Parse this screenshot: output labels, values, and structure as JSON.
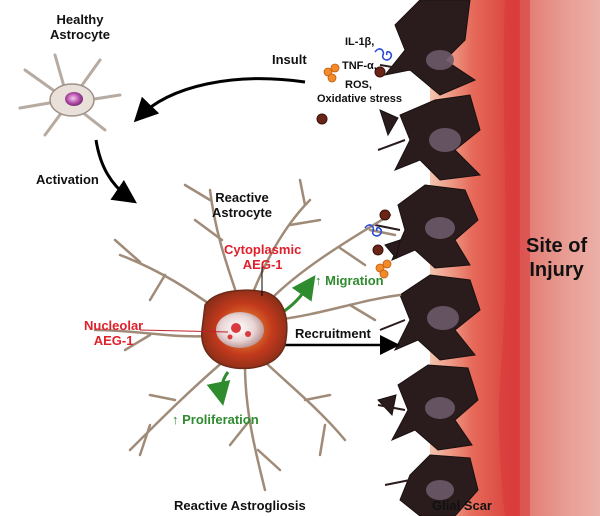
{
  "labels": {
    "healthy_astrocyte": [
      "Healthy",
      "Astrocyte"
    ],
    "insult": "Insult",
    "cytokines": [
      "IL-1β,",
      "TNF-α,",
      "ROS,",
      "Oxidative stress"
    ],
    "activation": "Activation",
    "reactive_astrocyte": [
      "Reactive",
      "Astrocyte"
    ],
    "cytoplasmic_aeg1": [
      "Cytoplasmic",
      "AEG-1"
    ],
    "nucleolar_aeg1": [
      "Nucleolar",
      "AEG-1"
    ],
    "migration": "↑ Migration",
    "recruitment": "Recruitment",
    "proliferation": "↑ Proliferation",
    "site_of_injury": [
      "Site of",
      "Injury"
    ],
    "reactive_astrogliosis": "Reactive Astrogliosis",
    "glial_scar": "Glial Scar"
  },
  "colors": {
    "label_red": "#e0202a",
    "arrow_green": "#2e8b2e",
    "injury_red": "#e03a3a",
    "arrow_black": "#000000"
  }
}
